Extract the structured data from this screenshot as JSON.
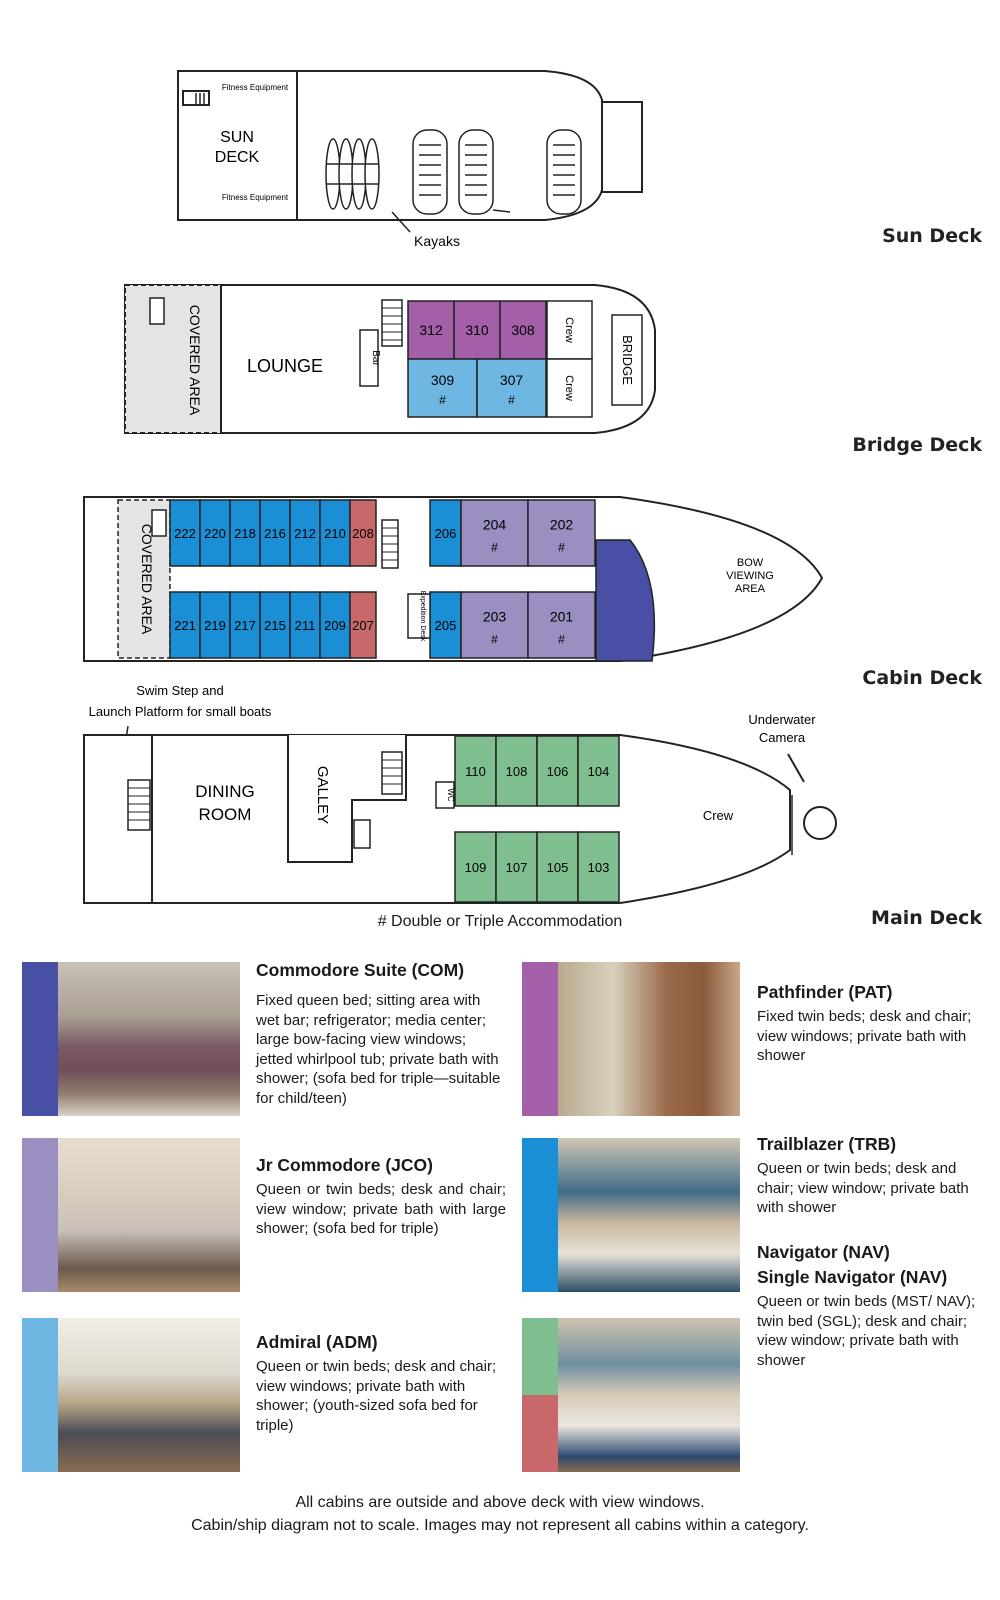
{
  "decks": {
    "sun": {
      "title": "Sun Deck",
      "area_label": "SUN DECK",
      "fitness_top": "Fitness Equipment",
      "fitness_bottom": "Fitness Equipment",
      "kayaks_label": "Kayaks"
    },
    "bridge": {
      "title": "Bridge Deck",
      "covered_area": "COVERED AREA",
      "lounge": "LOUNGE",
      "bar": "Bar",
      "bridge": "BRIDGE",
      "crew_top": "Crew",
      "crew_bottom": "Crew",
      "cabins_top": [
        "312",
        "310",
        "308"
      ],
      "cabins_bottom": [
        "309",
        "307"
      ],
      "marks_bottom": [
        "#",
        "#"
      ]
    },
    "cabin": {
      "title": "Cabin Deck",
      "covered_area": "COVERED AREA",
      "bow_area": "BOW VIEWING AREA",
      "expedition_desk": "Expedition Desk",
      "cabins_top": [
        "222",
        "220",
        "218",
        "216",
        "212",
        "210",
        "208",
        "206",
        "204",
        "202"
      ],
      "cabins_bottom": [
        "221",
        "219",
        "217",
        "215",
        "211",
        "209",
        "207",
        "205",
        "203",
        "201"
      ],
      "marks_top": {
        "204": "#",
        "202": "#"
      },
      "marks_bottom": {
        "203": "#",
        "201": "#"
      }
    },
    "main": {
      "title": "Main Deck",
      "swim_step": [
        "Swim Step and",
        "Launch Platform for small boats"
      ],
      "dining": [
        "DINING",
        "ROOM"
      ],
      "galley": "GALLEY",
      "wc": "WC",
      "crew": "Crew",
      "underwater_camera": [
        "Underwater",
        "Camera"
      ],
      "cabins_top": [
        "110",
        "108",
        "106",
        "104"
      ],
      "cabins_bottom": [
        "109",
        "107",
        "105",
        "103"
      ]
    }
  },
  "legend_note": "# Double or Triple Accommodation",
  "colors": {
    "commodore": "#4a4fa6",
    "jr_commodore": "#9a8fc0",
    "admiral": "#6fb7e3",
    "pathfinder": "#a45fa9",
    "trailblazer": "#1a8fd6",
    "navigator": "#7fbf8f",
    "single_navigator": "#c9686a",
    "deck_fill": "#ffffff",
    "covered_fill": "#e4e4e4",
    "outline": "#222222"
  },
  "categories": [
    {
      "id": "com",
      "title": "Commodore Suite (COM)",
      "description": "Fixed queen bed; sitting area with wet bar; refrigerator; media center; large bow-facing view windows; jetted whirlpool tub; private bath with shower; (sofa bed for triple—suitable for child/teen)",
      "icon": "cabin-photo-commodore"
    },
    {
      "id": "pat",
      "title": "Pathfinder (PAT)",
      "description": "Fixed twin beds; desk and chair; view windows; private bath with shower",
      "icon": "cabin-photo-pathfinder"
    },
    {
      "id": "jco",
      "title": "Jr Commodore (JCO)",
      "description": "Queen or twin beds; desk and chair; view window; private bath with large shower; (sofa bed for triple)",
      "icon": "cabin-photo-jr-commodore"
    },
    {
      "id": "trb",
      "title": "Trailblazer (TRB)",
      "description": "Queen or twin beds; desk and chair; view window; private bath with shower",
      "icon": "cabin-photo-trailblazer"
    },
    {
      "id": "adm",
      "title": "Admiral (ADM)",
      "description": "Queen or twin beds; desk and chair; view windows; private bath with shower; (youth-sized sofa bed for triple)",
      "icon": "cabin-photo-admiral"
    },
    {
      "id": "nav",
      "title": "Navigator (NAV)",
      "title2": "Single Navigator (NAV)",
      "description": "Queen or twin beds (MST/ NAV); twin bed (SGL); desk and chair; view window; private bath with shower",
      "icon": "cabin-photo-navigator"
    }
  ],
  "footer": {
    "line1": "All cabins are outside and above deck with view windows.",
    "line2": "Cabin/ship diagram not to scale. Images may not represent all cabins within a category."
  }
}
